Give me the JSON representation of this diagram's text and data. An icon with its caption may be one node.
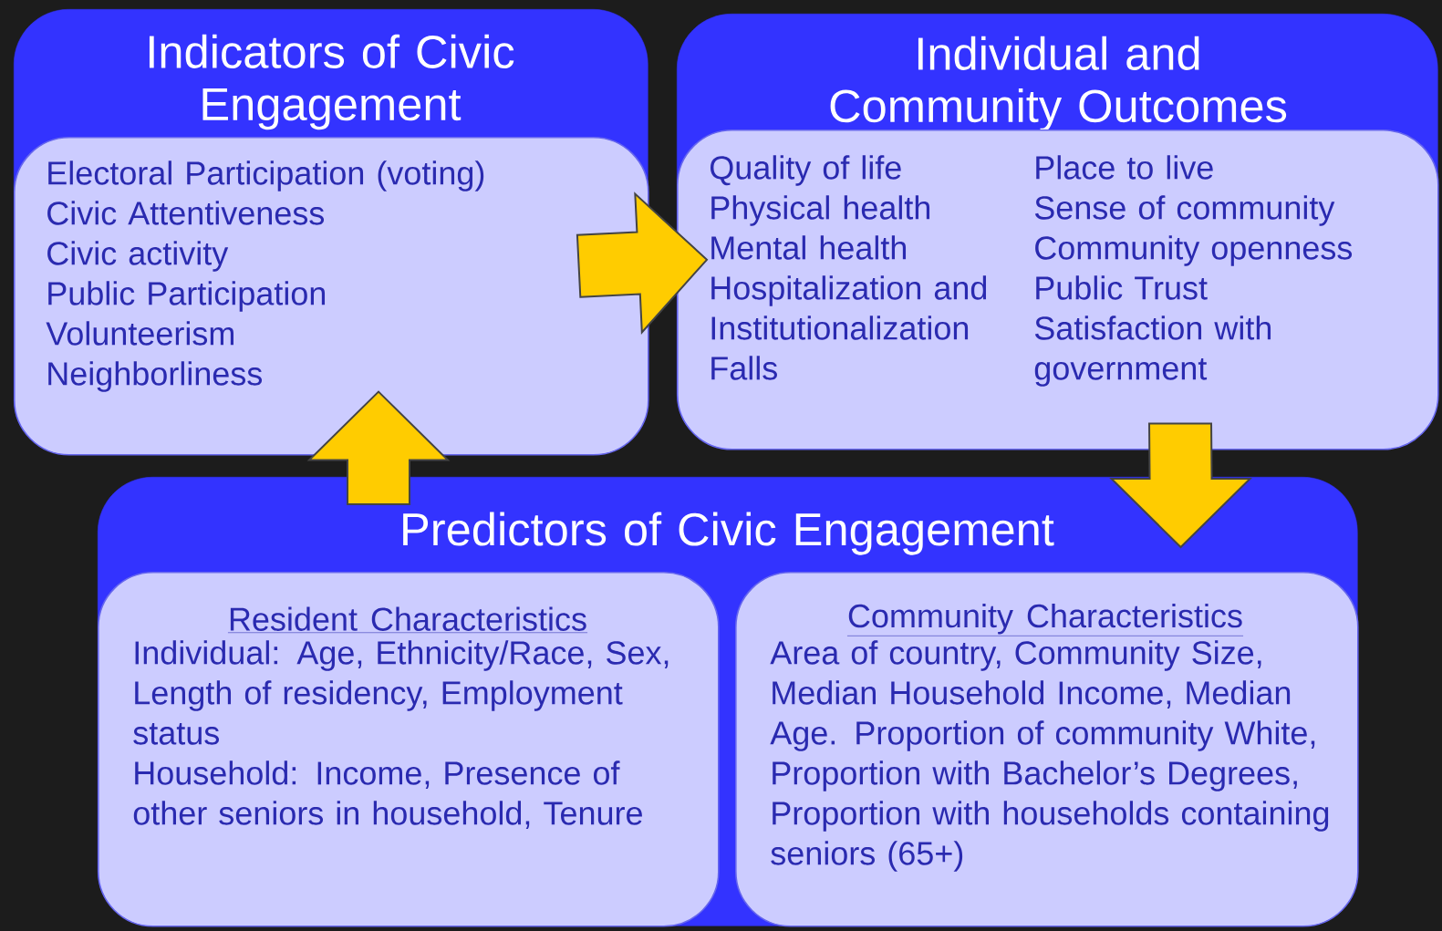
{
  "diagram": {
    "nodes": [
      {
        "text": [
          "Indicators of Civic Engagement"
        ]
      },
      {
        "text": [
          "Electoral Participation (voting)",
          "Civic Attentiveness",
          "Civic activity",
          "Public Participation",
          "Volunteerism",
          "Neighborliness"
        ],
        "in": 0
      },
      {
        "text": [
          "Individual and Community Outcomes"
        ]
      },
      {
        "text": [
          "Quality of life",
          "Physical health",
          "Mental health",
          "Hospitalization and Institutionalization",
          "Falls",
          "Place to live",
          "Sense of community",
          "Community openness",
          "Public Trust",
          "Satisfaction with government"
        ],
        "in": 2
      },
      {
        "text": [
          "Predictors of Civic Engagement"
        ]
      },
      {
        "text": [
          "Resident Characteristics",
          "Individual:  Age, Ethnicity/Race, Sex, Length of residency, Employment status",
          "Household:  Income, Presence of other seniors in household, Tenure"
        ],
        "in": 4
      },
      {
        "text": [
          "Community Characteristics",
          "Area of country, Community Size, Median Household Income, Median Age. Proportion of community White, Proportion with Bachelor’s Degrees, Proportion with households containing seniors (65+)"
        ],
        "in": 4
      }
    ],
    "edges": [
      {
        "from": 1,
        "to": 3,
        "arrow": "to"
      },
      {
        "from": 4,
        "to": 1,
        "arrow": "to"
      },
      {
        "from": 3,
        "to": 4,
        "arrow": "to"
      }
    ]
  }
}
